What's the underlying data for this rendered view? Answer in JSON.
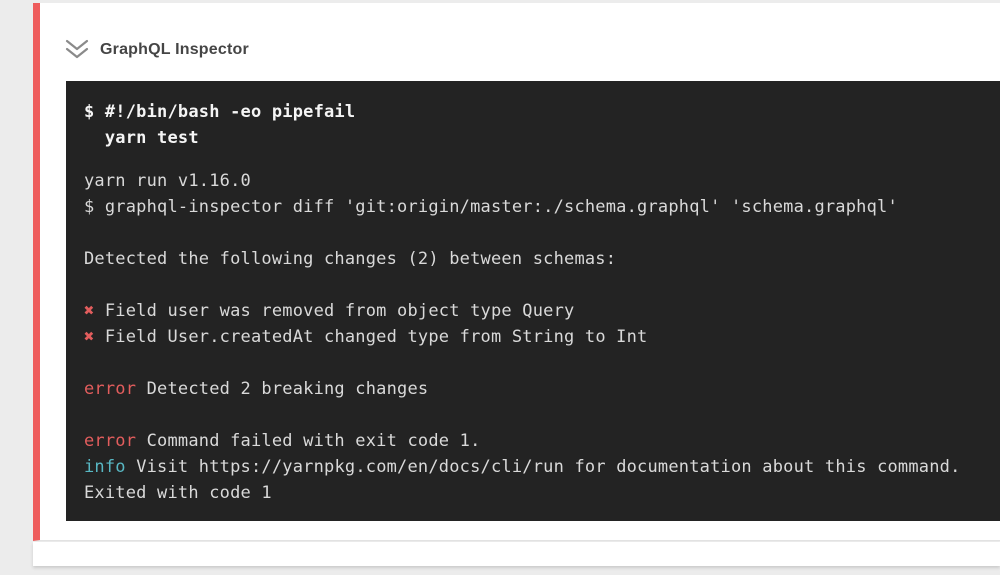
{
  "page": {
    "background": "#ececec"
  },
  "card": {
    "accent_color": "#ee5c5c",
    "background": "#ffffff"
  },
  "header": {
    "title": "GraphQL Inspector",
    "icon": "double-chevron-down-icon",
    "icon_color": "#8a8a8a"
  },
  "terminal": {
    "background": "#232323",
    "colors": {
      "default": "#d9d9d9",
      "bold": "#f5f5f5",
      "error": "#e25d5d",
      "info": "#58b7c3"
    },
    "lines": [
      {
        "segments": [
          {
            "text": "$ #!/bin/bash -eo pipefail",
            "style": "bold"
          }
        ]
      },
      {
        "segments": [
          {
            "text": "  yarn test",
            "style": "bold"
          }
        ]
      },
      {
        "gap": "small"
      },
      {
        "segments": [
          {
            "text": "yarn run v1.16.0"
          }
        ]
      },
      {
        "segments": [
          {
            "text": "$ graphql-inspector diff 'git:origin/master:./schema.graphql' 'schema.graphql'"
          }
        ]
      },
      {
        "gap": "blank"
      },
      {
        "segments": [
          {
            "text": "Detected the following changes (2) between schemas:"
          }
        ]
      },
      {
        "gap": "blank"
      },
      {
        "segments": [
          {
            "text": "✖ ",
            "style": "error"
          },
          {
            "text": "Field user was removed from object type Query"
          }
        ]
      },
      {
        "segments": [
          {
            "text": "✖ ",
            "style": "error"
          },
          {
            "text": "Field User.createdAt changed type from String to Int"
          }
        ]
      },
      {
        "gap": "blank"
      },
      {
        "segments": [
          {
            "text": "error ",
            "style": "error"
          },
          {
            "text": "Detected 2 breaking changes"
          }
        ]
      },
      {
        "gap": "blank"
      },
      {
        "segments": [
          {
            "text": "error ",
            "style": "error"
          },
          {
            "text": "Command failed with exit code 1."
          }
        ]
      },
      {
        "segments": [
          {
            "text": "info ",
            "style": "info"
          },
          {
            "text": "Visit https://yarnpkg.com/en/docs/cli/run for documentation about this command."
          }
        ]
      },
      {
        "segments": [
          {
            "text": "Exited with code 1"
          }
        ]
      }
    ]
  }
}
